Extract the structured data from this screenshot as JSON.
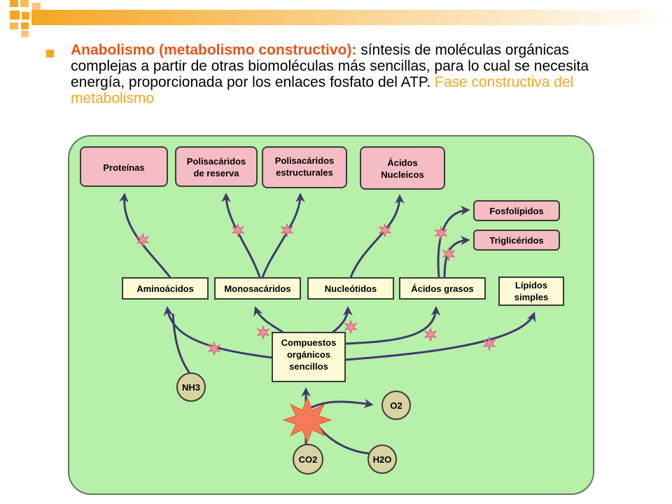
{
  "slide": {
    "heading_term": "Anabolismo (metabolismo constructivo):",
    "definition": " síntesis de moléculas orgánicas complejas a partir de otras biomoléculas más sencillas, para lo cual se necesita energía, proporcionada por los enlaces fosfato del ATP.",
    "phase_note": " Fase constructiva del metabolismo"
  },
  "colors": {
    "accent_orange": "#f5a623",
    "heading_red": "#e8541a",
    "diagram_bg": "#b7f0a9",
    "product_box": "#f6bcc3",
    "intermediate_box": "#fdfbd6",
    "arrow": "#3f3a6e",
    "star": "#f08fa2",
    "big_star": "#f47a5a",
    "circle": "#d9d3a3"
  },
  "diagram": {
    "products": {
      "proteinas": "Proteínas",
      "polisac_reserva_1": "Polisacáridos",
      "polisac_reserva_2": "de reserva",
      "polisac_estruct_1": "Polisacáridos",
      "polisac_estruct_2": "estructurales",
      "acidos_nucleicos_1": "Ácidos",
      "acidos_nucleicos_2": "Nucleicos",
      "fosfolipidos": "Fosfolípidos",
      "trigliceridos": "Triglicéridos"
    },
    "intermediates": {
      "aminoacidos": "Aminoácidos",
      "monosacaridos": "Monosacáridos",
      "nucleotidos": "Nucleótidos",
      "acidos_grasos": "Ácidos grasos",
      "lipidos_simples_1": "Lípidos",
      "lipidos_simples_2": "simples"
    },
    "center": {
      "line1": "Compuestos",
      "line2": "orgánicos",
      "line3": "sencillos"
    },
    "molecules": {
      "nh3": "NH3",
      "o2": "O2",
      "co2": "CO2",
      "h2o": "H2O"
    }
  }
}
